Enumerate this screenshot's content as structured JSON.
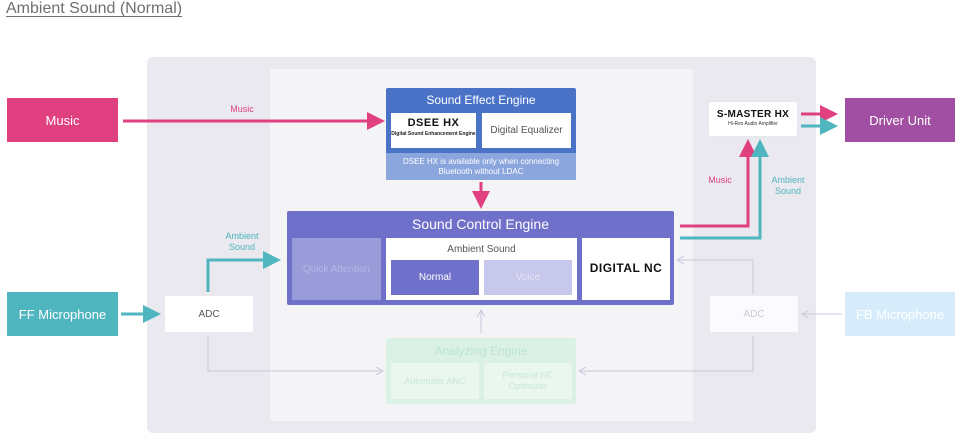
{
  "title": "Ambient Sound (Normal)",
  "colors": {
    "music": "#e0407f",
    "ambient": "#4fb5bf",
    "driver": "#a04fa2",
    "sound_effect_engine": "#4a73c7",
    "sound_control_engine": "#6f70c9",
    "analyzing_engine": "#dcf1e6"
  },
  "sources": {
    "music": "Music",
    "ff_microphone": "FF Microphone",
    "fb_microphone": "FB Microphone"
  },
  "outputs": {
    "driver_unit": "Driver Unit"
  },
  "sound_effect_engine": {
    "title": "Sound Effect Engine",
    "dsee_logo": "DSEE HX",
    "dsee_subtitle": "Digital Sound Enhancement Engine",
    "digital_equalizer": "Digital Equalizer",
    "note": "DSEE HX is available only when connecting Bluetooth without LDAC"
  },
  "sound_control_engine": {
    "title": "Sound Control Engine",
    "quick_attention": "Quick Attention",
    "ambient_sound_title": "Ambient Sound",
    "normal": "Normal",
    "voice": "Voice",
    "digital_nc": "DIGITAL NC"
  },
  "s_master": {
    "logo": "S-MASTER HX",
    "subtitle": "Hi-Res Audio Amplifier"
  },
  "adc_left": "ADC",
  "adc_right": "ADC",
  "analyzing_engine": {
    "title": "Analyzing Engine",
    "automatic_anc": "Automatic ANC",
    "personal_nc_optimizer": "Personal NC Optimizer"
  },
  "labels": {
    "music_top": "Music",
    "ambient_left": "Ambient Sound",
    "music_right": "Music",
    "ambient_right": "Ambient Sound"
  }
}
